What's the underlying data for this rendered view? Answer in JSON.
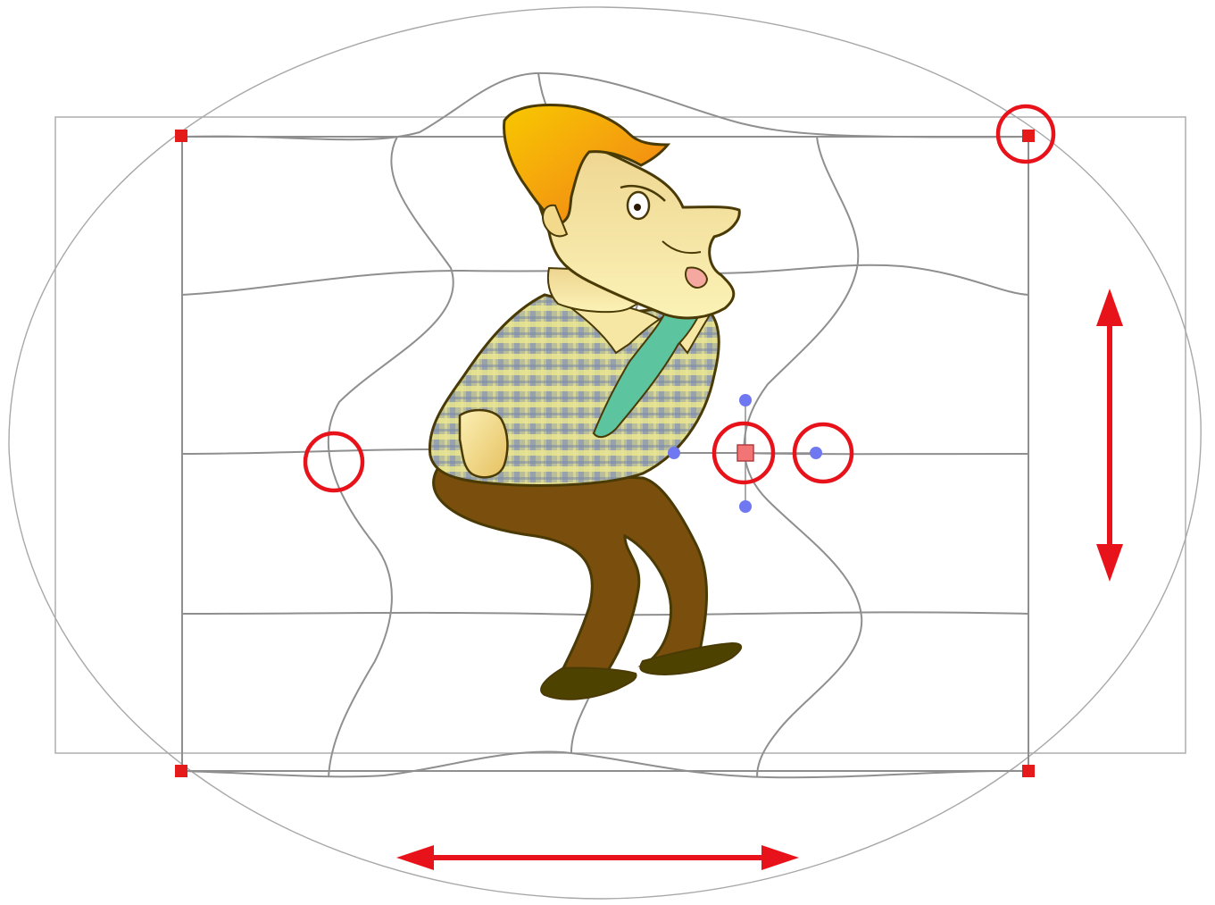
{
  "diagram": {
    "subject": "cartoon-man-character",
    "tool": "envelope-deformer",
    "colors": {
      "background": "#ffffff",
      "guide_lines": "#a8a8a8",
      "mesh_lines": "#8f8f8f",
      "handle_red": "#e51a1a",
      "control_point": "#f27474",
      "tangent_handle": "#6f78f0",
      "annotation_red": "#e8121a",
      "hair_light": "#f8c800",
      "hair_dark": "#f07a10",
      "skin": "#f7e7a4",
      "shirt": "#a8b3a7",
      "tie": "#5cc49e",
      "pants": "#7a4f0d",
      "shoes": "#4e4200",
      "outline": "#4a3a05"
    },
    "annotations": [
      {
        "name": "corner-handle-highlight",
        "icon": "circle-icon"
      },
      {
        "name": "mesh-point-highlight",
        "icon": "circle-icon"
      },
      {
        "name": "control-point-highlight",
        "icon": "circle-icon"
      },
      {
        "name": "tangent-handle-highlight",
        "icon": "circle-icon"
      },
      {
        "name": "vertical-resize-arrow",
        "icon": "double-arrow-vertical-icon"
      },
      {
        "name": "horizontal-resize-arrow",
        "icon": "double-arrow-horizontal-icon"
      }
    ]
  }
}
